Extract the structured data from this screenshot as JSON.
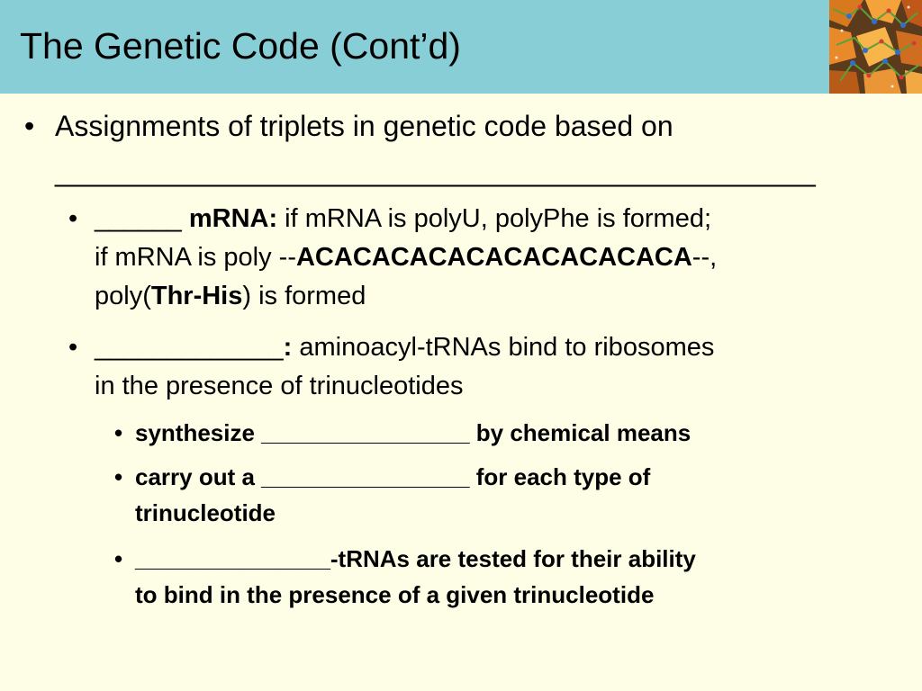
{
  "slide": {
    "title": "The Genetic Code (Cont’d)",
    "bullet_char": "•",
    "level1": {
      "line1": "Assignments of triplets in genetic code based on",
      "line2": "________________________________________________"
    },
    "level2_a": {
      "blank": "______",
      "label": "mRNA:",
      "text1": " if mRNA is polyU, polyPhe is formed;",
      "text2_prefix": "if mRNA is poly --",
      "text2_seq": "ACACACACACACACACACACA",
      "text2_suffix": "--,",
      "text3_prefix": "poly(",
      "text3_bold": "Thr-His",
      "text3_suffix": ") is formed"
    },
    "level2_b": {
      "blank": "_____________",
      "label": ":",
      "text1": " aminoacyl-tRNAs bind to ribosomes",
      "text2": "in the presence of trinucleotides"
    },
    "level3": [
      {
        "line1": "synthesize ________________ by chemical means"
      },
      {
        "line1": "carry out a ________________ for each type of",
        "line2": "trinucleotide"
      },
      {
        "line1": "_______________-tRNAs are tested for their ability",
        "line2": "to bind in the presence of a given trinucleotide"
      }
    ]
  },
  "colors": {
    "header_bg": "#87ced6",
    "body_bg": "#fefee6"
  },
  "icons": {
    "corner": "molecule-photo"
  }
}
